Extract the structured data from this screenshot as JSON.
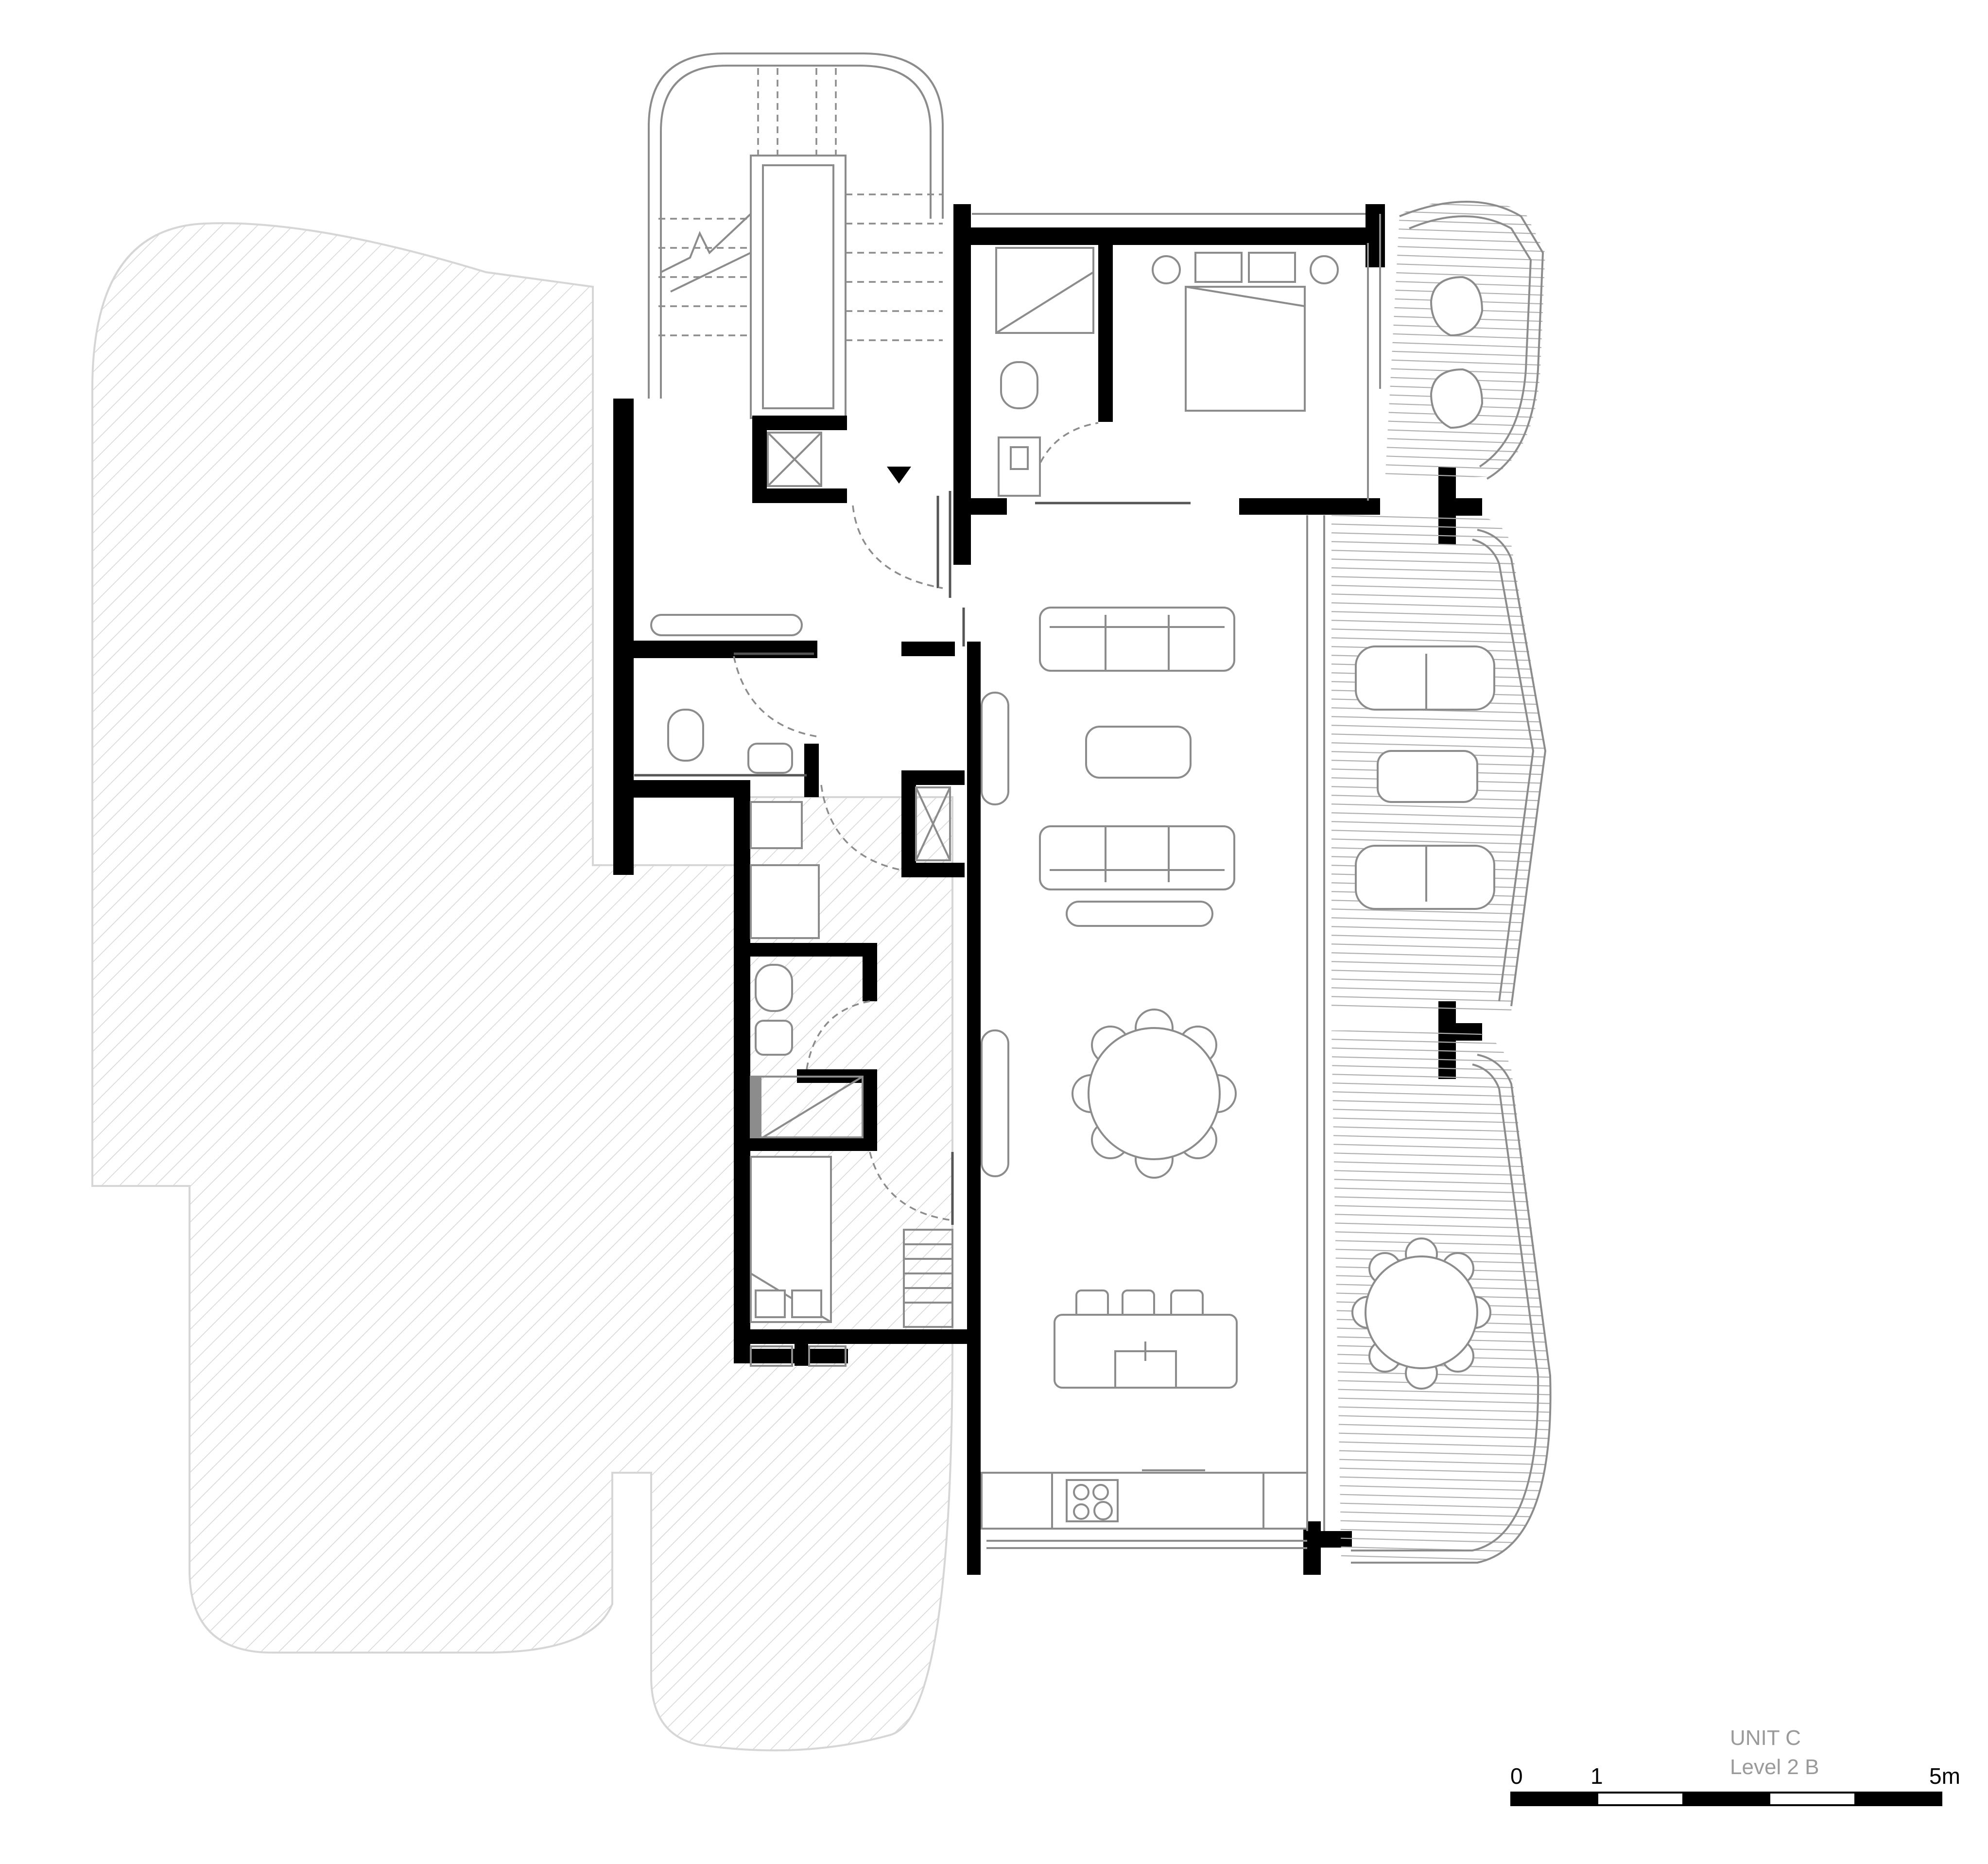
{
  "title_block": {
    "unit": "UNIT C",
    "level": "Level 2 B"
  },
  "scale_bar": {
    "labels": [
      "0",
      "1",
      "5m"
    ],
    "segments": 5,
    "colors": {
      "dark": "#000000",
      "light": "#ffffff"
    }
  },
  "colors": {
    "wall": "#000000",
    "line": "#8c8c8c",
    "hatch": "#d9d9d9"
  }
}
